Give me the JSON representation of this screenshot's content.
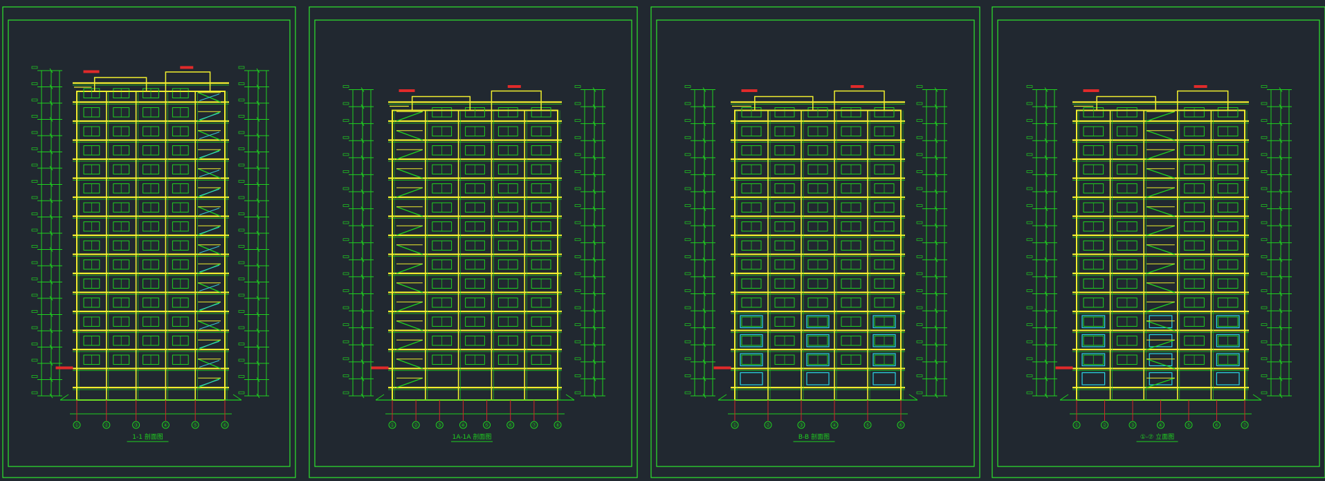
{
  "canvas": {
    "background": "#212830"
  },
  "colors": {
    "frame": "#2ee62e",
    "structure": "#f2ef2e",
    "detail": "#1fd21f",
    "glass": "#2ad6e8",
    "annotation": "#e02a2a",
    "grid_tick": "#d02828",
    "stroke_cyan": "#38c8d8"
  },
  "sheets": [
    {
      "id": "sheet-1",
      "title": "1-1 剖面图",
      "floors": 16,
      "stair": "right",
      "axis_labels": [
        "①",
        "②",
        "③",
        "④",
        "⑤",
        "⑥"
      ]
    },
    {
      "id": "sheet-2",
      "title": "1A-1A 剖面图",
      "floors": 15,
      "stair": "left",
      "axis_labels": [
        "①",
        "②",
        "③",
        "④",
        "⑤",
        "⑥",
        "⑦",
        "⑧"
      ]
    },
    {
      "id": "sheet-3",
      "title": "B-B 剖面图",
      "floors": 15,
      "stair": "none",
      "axis_labels": [
        "①",
        "②",
        "③",
        "④",
        "⑤",
        "⑥"
      ]
    },
    {
      "id": "sheet-4",
      "title": "①-⑦ 立面图",
      "floors": 15,
      "stair": "center",
      "axis_labels": [
        "①",
        "②",
        "③",
        "④",
        "⑤",
        "⑥",
        "⑦"
      ]
    }
  ]
}
